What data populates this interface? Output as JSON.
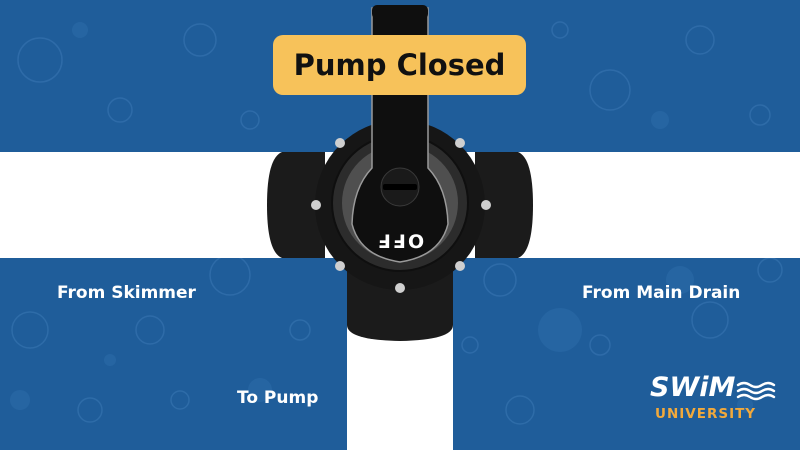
{
  "badge": {
    "text": "Pump Closed"
  },
  "handle": {
    "text": "OFF"
  },
  "labels": {
    "left": "From Skimmer",
    "right": "From Main Drain",
    "bottom": "To Pump"
  },
  "logo": {
    "swim": "SWiM",
    "university": "UNIVERSITY"
  },
  "colors": {
    "background": "#1f5d9a",
    "pipe": "#ffffff",
    "valve_body": "#1b1b1b",
    "badge": "#f7c25a",
    "logo_accent": "#f2a93b"
  }
}
